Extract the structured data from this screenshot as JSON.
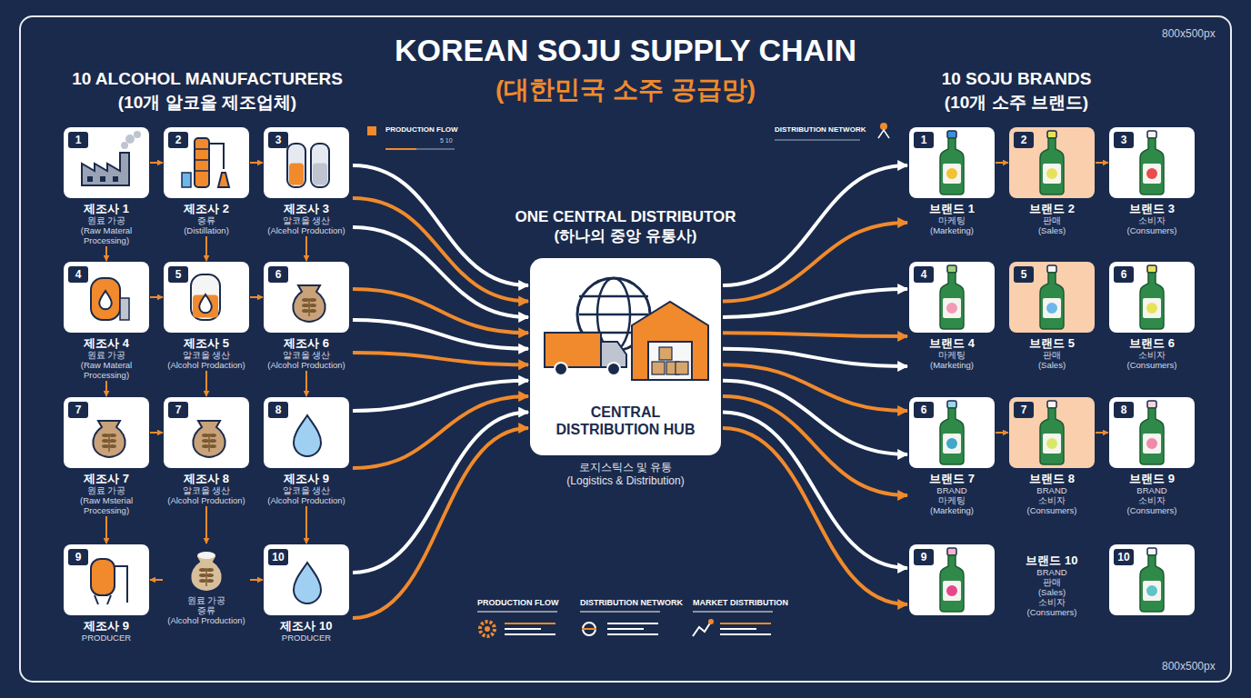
{
  "diagram": {
    "title": "KOREAN SOJU SUPPLY CHAIN",
    "nodes": [
      {
        "text": [
          "1",
          "제조사 1",
          "원료 가공",
          "(Raw Materal Processing)"
        ]
      },
      {
        "text": [
          "2",
          "제조사 2",
          "증류",
          "(Distillation)"
        ]
      },
      {
        "text": [
          "3",
          "제조사 3",
          "알코올 생산",
          "(Alcehol Production)"
        ]
      },
      {
        "text": [
          "4",
          "제조사 4",
          "원료 가공",
          "(Raw Materal Processing)"
        ]
      },
      {
        "text": [
          "5",
          "제조사 5",
          "알코올 생산",
          "(Alcohol Prodaction)"
        ]
      },
      {
        "text": [
          "6",
          "제조사 6",
          "알코올 생산",
          "(Alcohol Production)"
        ]
      },
      {
        "text": [
          "7",
          "제조사 7",
          "원료 가공",
          "(Raw Msterial Processing)"
        ]
      },
      {
        "text": [
          "7",
          "제조사 8",
          "알코올 생산",
          "(Alcohol Production)"
        ]
      },
      {
        "text": [
          "8",
          "제조사 9",
          "알코올 생산",
          "(Alcohol Production)"
        ]
      },
      {
        "text": [
          "9",
          "제조사 9",
          "PRODUCER"
        ]
      },
      {
        "text": [
          "원료 가공",
          "증류",
          "(Alcohol Production)"
        ]
      },
      {
        "text": [
          "10",
          "제조사 10",
          "PRODUCER"
        ]
      },
      {
        "text": [
          "ONE CENTRAL DISTRIBUTOR",
          "(하나의 중앙 유통사)",
          "CENTRAL DISTRIBUTION HUB",
          "로지스틱스 및 유통",
          "(Logistics & Distribution)"
        ]
      },
      {
        "text": [
          "1",
          "브랜드 1",
          "마케팅",
          "(Marketing)"
        ]
      },
      {
        "text": [
          "2",
          "브랜드 2",
          "판매",
          "(Sales)"
        ]
      },
      {
        "text": [
          "3",
          "브랜드 3",
          "소비자",
          "(Consumers)"
        ]
      },
      {
        "text": [
          "4",
          "브랜드 4",
          "마케팅",
          "(Marketing)"
        ]
      },
      {
        "text": [
          "5",
          "브랜드 5",
          "판매",
          "(Sales)"
        ]
      },
      {
        "text": [
          "6",
          "브랜드 6",
          "소비자",
          "(Consumers)"
        ]
      },
      {
        "text": [
          "6",
          "브랜드 7",
          "BRAND",
          "마케팅",
          "(Marketing)"
        ]
      },
      {
        "text": [
          "7",
          "브랜드 8",
          "BRAND",
          "소비자",
          "(Consumers)"
        ]
      },
      {
        "text": [
          "8",
          "브랜드 9",
          "BRAND",
          "소비자",
          "(Consumers)"
        ]
      },
      {
        "text": [
          "9"
        ]
      },
      {
        "text": [
          "브랜드 10",
          "BRAND",
          "판매",
          "(Sales)",
          "소비자",
          "(Consumers)"
        ]
      },
      {
        "text": [
          "10"
        ]
      }
    ],
    "edges": [
      {
        "from": 0,
        "to": 1,
        "arrow": "to"
      },
      {
        "from": 1,
        "to": 2,
        "arrow": "to"
      },
      {
        "from": 0,
        "to": 3,
        "arrow": "to"
      },
      {
        "from": 1,
        "to": 4,
        "arrow": "to"
      },
      {
        "from": 2,
        "to": 5,
        "arrow": "to"
      },
      {
        "from": 3,
        "to": 4,
        "arrow": "to"
      },
      {
        "from": 4,
        "to": 5,
        "arrow": "to"
      },
      {
        "from": 3,
        "to": 6,
        "arrow": "to"
      },
      {
        "from": 4,
        "to": 7,
        "arrow": "to"
      },
      {
        "from": 5,
        "to": 8,
        "arrow": "to"
      },
      {
        "from": 6,
        "to": 7,
        "arrow": "to"
      },
      {
        "from": 6,
        "to": 9,
        "arrow": "to"
      },
      {
        "from": 7,
        "to": 10,
        "arrow": "to"
      },
      {
        "from": 8,
        "to": 11,
        "arrow": "to"
      },
      {
        "from": 10,
        "to": 9,
        "arrow": "to"
      },
      {
        "from": 10,
        "to": 11,
        "arrow": "to"
      },
      {
        "from": 2,
        "to": 12,
        "arrow": "to"
      },
      {
        "from": 2,
        "to": 12,
        "arrow": "to"
      },
      {
        "from": 2,
        "to": 12,
        "arrow": "to"
      },
      {
        "from": 5,
        "to": 12,
        "arrow": "to"
      },
      {
        "from": 5,
        "to": 12,
        "arrow": "to"
      },
      {
        "from": 5,
        "to": 12,
        "arrow": "to"
      },
      {
        "from": 8,
        "to": 12,
        "arrow": "to"
      },
      {
        "from": 8,
        "to": 12,
        "arrow": "to"
      },
      {
        "from": 11,
        "to": 12,
        "arrow": "to"
      },
      {
        "from": 11,
        "to": 12,
        "arrow": "to"
      },
      {
        "from": 12,
        "to": 13,
        "arrow": "to"
      },
      {
        "from": 12,
        "to": 13,
        "arrow": "to"
      },
      {
        "from": 12,
        "to": 16,
        "arrow": "to"
      },
      {
        "from": 12,
        "to": 16,
        "arrow": "to"
      },
      {
        "from": 12,
        "to": 16,
        "arrow": "to"
      },
      {
        "from": 12,
        "to": 19,
        "arrow": "to"
      },
      {
        "from": 12,
        "to": 19,
        "arrow": "to"
      },
      {
        "from": 12,
        "to": 19,
        "arrow": "to"
      },
      {
        "from": 12,
        "to": 22,
        "arrow": "to"
      },
      {
        "from": 12,
        "to": 22,
        "arrow": "to"
      },
      {
        "from": 13,
        "to": 14,
        "arrow": "to"
      },
      {
        "from": 14,
        "to": 15,
        "arrow": "to"
      },
      {
        "from": 19,
        "to": 20,
        "arrow": "to"
      },
      {
        "from": 20,
        "to": 21,
        "arrow": "to"
      }
    ],
    "labels": [
      "(대한민국 소주 공급망)",
      "10 ALCOHOL MANUFACTURERS",
      "(10개 알코올 제조업체)",
      "10 SOJU BRANDS",
      "(10개 소주 브랜드)",
      "800x500px",
      "800x500px",
      "PRODUCTION FLOW",
      "5 10",
      "DISTRIBUTION NETWORK"
    ],
    "legend": [
      {
        "text": "PRODUCTION FLOW"
      },
      {
        "text": "DISTRIBUTION NETWORK"
      },
      {
        "text": "MARKET DISTRIBUTION"
      }
    ]
  }
}
